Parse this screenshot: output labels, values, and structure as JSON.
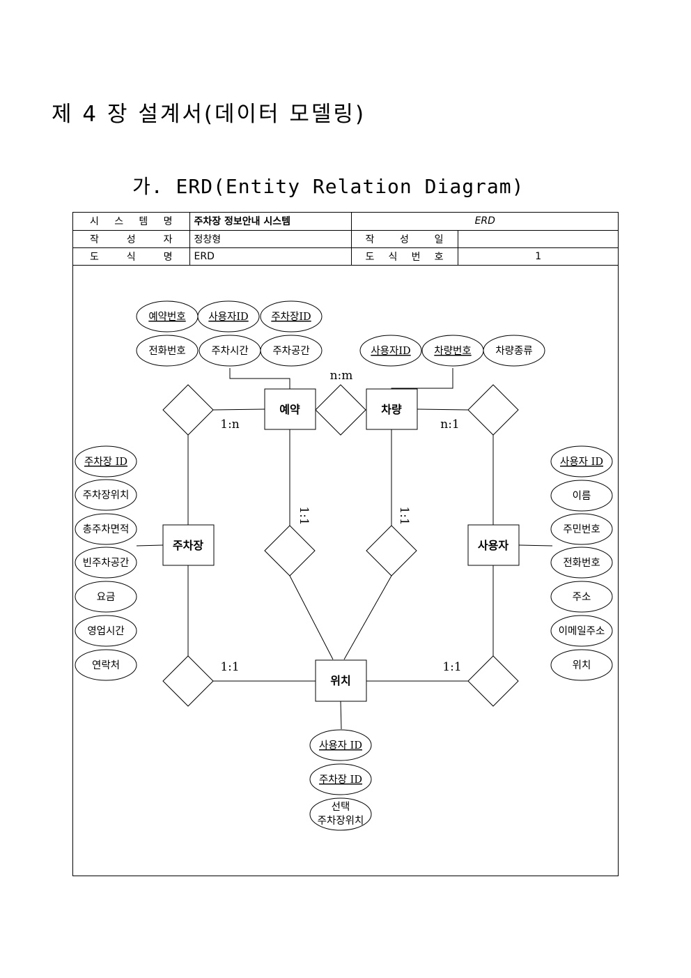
{
  "chapter_title": "제 4 장 설계서(데이터 모델링)",
  "section_title": "가. ERD(Entity Relation Diagram)",
  "info_table": {
    "row1": {
      "label_chars": [
        "시",
        "스",
        "템",
        "명"
      ],
      "value": "주차장 정보안내 시스템",
      "right": "ERD"
    },
    "row2": {
      "label_chars": [
        "작",
        "성",
        "자"
      ],
      "value": "정창형",
      "label2_chars": [
        "작",
        "성",
        "일"
      ],
      "value2": ""
    },
    "row3": {
      "label_chars": [
        "도",
        "식",
        "명"
      ],
      "value": "ERD",
      "label2_chars": [
        "도",
        "식",
        "번",
        "호"
      ],
      "value2": "1"
    }
  },
  "erd": {
    "entities": {
      "reservation": "예약",
      "vehicle": "차량",
      "parking_lot": "주차장",
      "user": "사용자",
      "location": "위치"
    },
    "cardinalities": {
      "reservation_parking": "1:n",
      "reservation_vehicle": "n:m",
      "vehicle_user": "n:1",
      "reservation_location": "1:1",
      "vehicle_location": "1:1",
      "parking_location": "1:1",
      "user_location": "1:1"
    },
    "reservation_attributes": [
      "예약번호",
      "사용자ID",
      "주차장ID",
      "전화번호",
      "주차시간",
      "주차공간"
    ],
    "vehicle_attributes": [
      "사용자ID",
      "차량번호",
      "차량종류"
    ],
    "parking_attributes": [
      "주차장 ID",
      "주차장위치",
      "총주차면적",
      "빈주차공간",
      "요금",
      "영업시간",
      "연락처"
    ],
    "user_attributes": [
      "사용자 ID",
      "이름",
      "주민번호",
      "전화번호",
      "주소",
      "이메일주소",
      "위치"
    ],
    "location_attributes": [
      "사용자 ID",
      "주차장 ID",
      "선택",
      "주차장위치"
    ]
  }
}
